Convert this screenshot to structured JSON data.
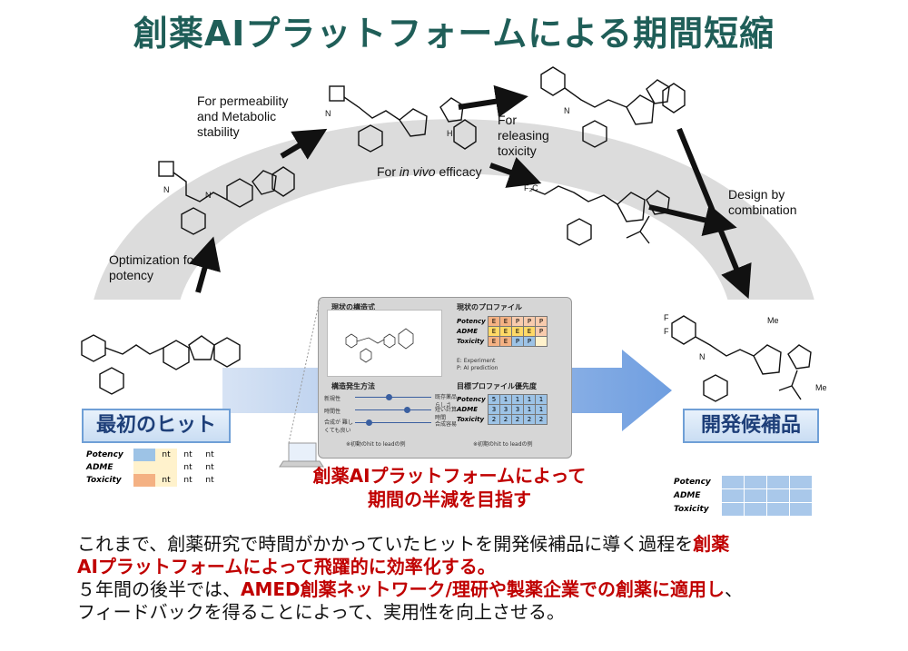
{
  "title": "創薬AIプラットフォームによる期間短縮",
  "labels": {
    "optimization": "Optimization for potency",
    "permeability": "For permeability and Metabolic stability",
    "in_vivo_prefix": "For ",
    "in_vivo_italic": "in vivo",
    "in_vivo_suffix": " efficacy",
    "releasing": "For releasing toxicity",
    "design": "Design by combination"
  },
  "boxes": {
    "start": "最初のヒット",
    "end": "開発候補品"
  },
  "left_table": {
    "rows": [
      "Potency",
      "ADME",
      "Toxicity"
    ],
    "cells": [
      [
        "",
        "nt",
        "nt",
        "nt"
      ],
      [
        "",
        "",
        "nt",
        "nt"
      ],
      [
        "",
        "nt",
        "nt",
        "nt"
      ]
    ],
    "colors": {
      "blue": "#9dc3e6",
      "yellow": "#fff2cc",
      "orange": "#f4b183"
    }
  },
  "right_table": {
    "rows": [
      "Potency",
      "ADME",
      "Toxicity"
    ]
  },
  "panel": {
    "structure_title": "現状の構造式",
    "profile_title": "現状のプロファイル",
    "profile_rows": [
      "Potency",
      "ADME",
      "Toxicity"
    ],
    "profile_cells": [
      [
        "E",
        "E",
        "P",
        "P",
        "P"
      ],
      [
        "E",
        "E",
        "E",
        "E",
        "P"
      ],
      [
        "E",
        "E",
        "P",
        "P",
        ""
      ]
    ],
    "legend1": "E: Experiment",
    "legend2": "P: AI prediction",
    "method_title": "構造発生方法",
    "sliders": [
      {
        "left": "新規性",
        "right": "既存薬品 らしさ"
      },
      {
        "left": "時間性",
        "right": "短い計算 時間"
      },
      {
        "left": "合成が 難しくても良い",
        "right": "合成容易"
      }
    ],
    "method_note": "※初動のhit to leadの例",
    "priority_title": "目標プロファイル優先度",
    "priority_rows": [
      "Potency",
      "ADME",
      "Toxicity"
    ],
    "priority_cells": [
      [
        "5",
        "1",
        "1",
        "1",
        "1"
      ],
      [
        "3",
        "3",
        "3",
        "1",
        "1"
      ],
      [
        "2",
        "2",
        "2",
        "2",
        "2"
      ]
    ],
    "priority_note": "※初期のhit to leadの例"
  },
  "mid_text": {
    "line1": "創薬AIプラットフォームによって",
    "line2": "期間の半減を目指す"
  },
  "body": {
    "p1_a": "これまで、創薬研究で時間がかかっていたヒットを開発候補品に導く過程を",
    "p1_b": "創薬",
    "p1_c": "AIプラットフォームによって飛躍的に効率化する。",
    "p2_a": "５年間の後半では、",
    "p2_b": "AMED創薬ネットワーク/理研や製薬企業での創薬に適用し",
    "p2_c": "、",
    "p3": "フィードバックを得ることによって、実用性を向上させる。"
  },
  "colors": {
    "title": "#1f5e58",
    "accent_red": "#c00000",
    "box_text": "#1e3f79"
  }
}
